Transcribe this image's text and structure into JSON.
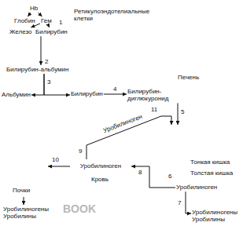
{
  "diagram": {
    "nodes": [
      {
        "text": [
          "Hb"
        ]
      },
      {
        "text": [
          "Глобин"
        ]
      },
      {
        "text": [
          "Гем"
        ]
      },
      {
        "text": [
          "Железо"
        ]
      },
      {
        "text": [
          "Билирубин"
        ]
      },
      {
        "text": [
          "Билирубин-альбумин"
        ]
      },
      {
        "text": [
          "Альбумин"
        ]
      },
      {
        "text": [
          "Печень"
        ]
      },
      {
        "text": [
          "Билирубин"
        ],
        "in": 7
      },
      {
        "text": [
          "Билирубин-диглюкуронид"
        ],
        "in": 7
      },
      {
        "text": [
          "Тонкая кишка",
          "Толстая кишка"
        ]
      },
      {
        "text": [
          "Уробилиноген"
        ],
        "in": 10
      },
      {
        "text": [
          "Уробилиногены Уробилины"
        ]
      },
      {
        "text": [
          "Уробилиноген"
        ]
      },
      {
        "text": [
          "Почки"
        ]
      },
      {
        "text": [
          "Уробилиногены Уробилины"
        ]
      }
    ],
    "edges": [
      {
        "from": 0,
        "to": 1,
        "arrow": "to"
      },
      {
        "from": 0,
        "to": 2,
        "arrow": "to"
      },
      {
        "from": 2,
        "to": 3,
        "arrow": "to"
      },
      {
        "from": 2,
        "to": 4,
        "arrow": "to"
      },
      {
        "from": 4,
        "to": 5,
        "arrow": "to"
      },
      {
        "from": 5,
        "to": 8,
        "arrow": "to"
      },
      {
        "from": 5,
        "to": 6,
        "arrow": "to"
      },
      {
        "from": 8,
        "to": 9,
        "arrow": "to"
      },
      {
        "from": 9,
        "to": 10,
        "arrow": "to"
      },
      {
        "from": 11,
        "to": 12,
        "arrow": "to"
      },
      {
        "from": 11,
        "to": 13,
        "arrow": "to"
      },
      {
        "from": 13,
        "to": 10,
        "arrow": "to"
      },
      {
        "from": 13,
        "to": 14,
        "arrow": "to"
      },
      {
        "from": 14,
        "to": 15,
        "arrow": "to"
      }
    ],
    "labels": [
      "Ретикулоэндотелиальные клетки",
      "1",
      "2",
      "3",
      "4",
      "5",
      "6",
      "7",
      "8",
      "9",
      "10",
      "11",
      "Уробилиноген",
      "Кровь",
      "BOOK"
    ]
  }
}
